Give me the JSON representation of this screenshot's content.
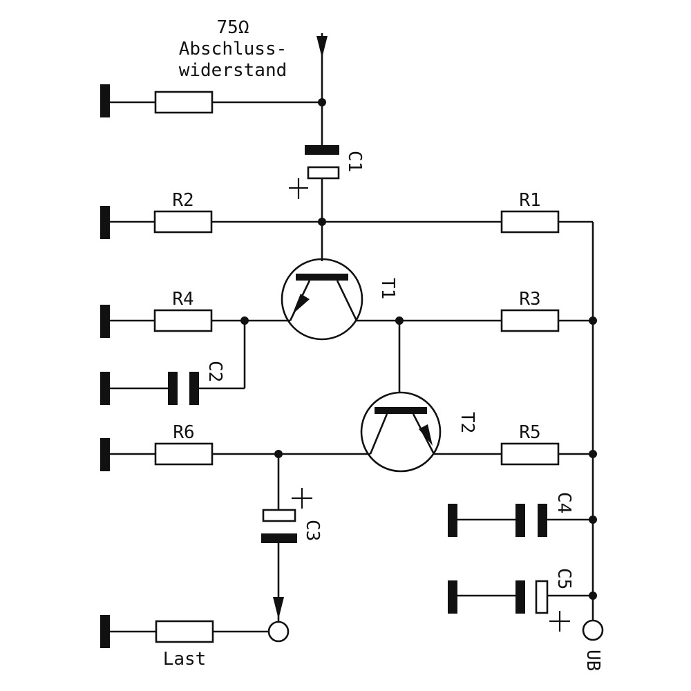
{
  "title": {
    "line1": "75Ω",
    "line2": "Abschluss-",
    "line3": "widerstand"
  },
  "labels": {
    "C1": "C1",
    "C2": "C2",
    "C3": "C3",
    "C4": "C4",
    "C5": "C5",
    "R1": "R1",
    "R2": "R2",
    "R3": "R3",
    "R4": "R4",
    "R5": "R5",
    "R6": "R6",
    "T1": "T1",
    "T2": "T2",
    "Last": "Last",
    "UB": "UB"
  },
  "polarity": {
    "plus": "+"
  }
}
